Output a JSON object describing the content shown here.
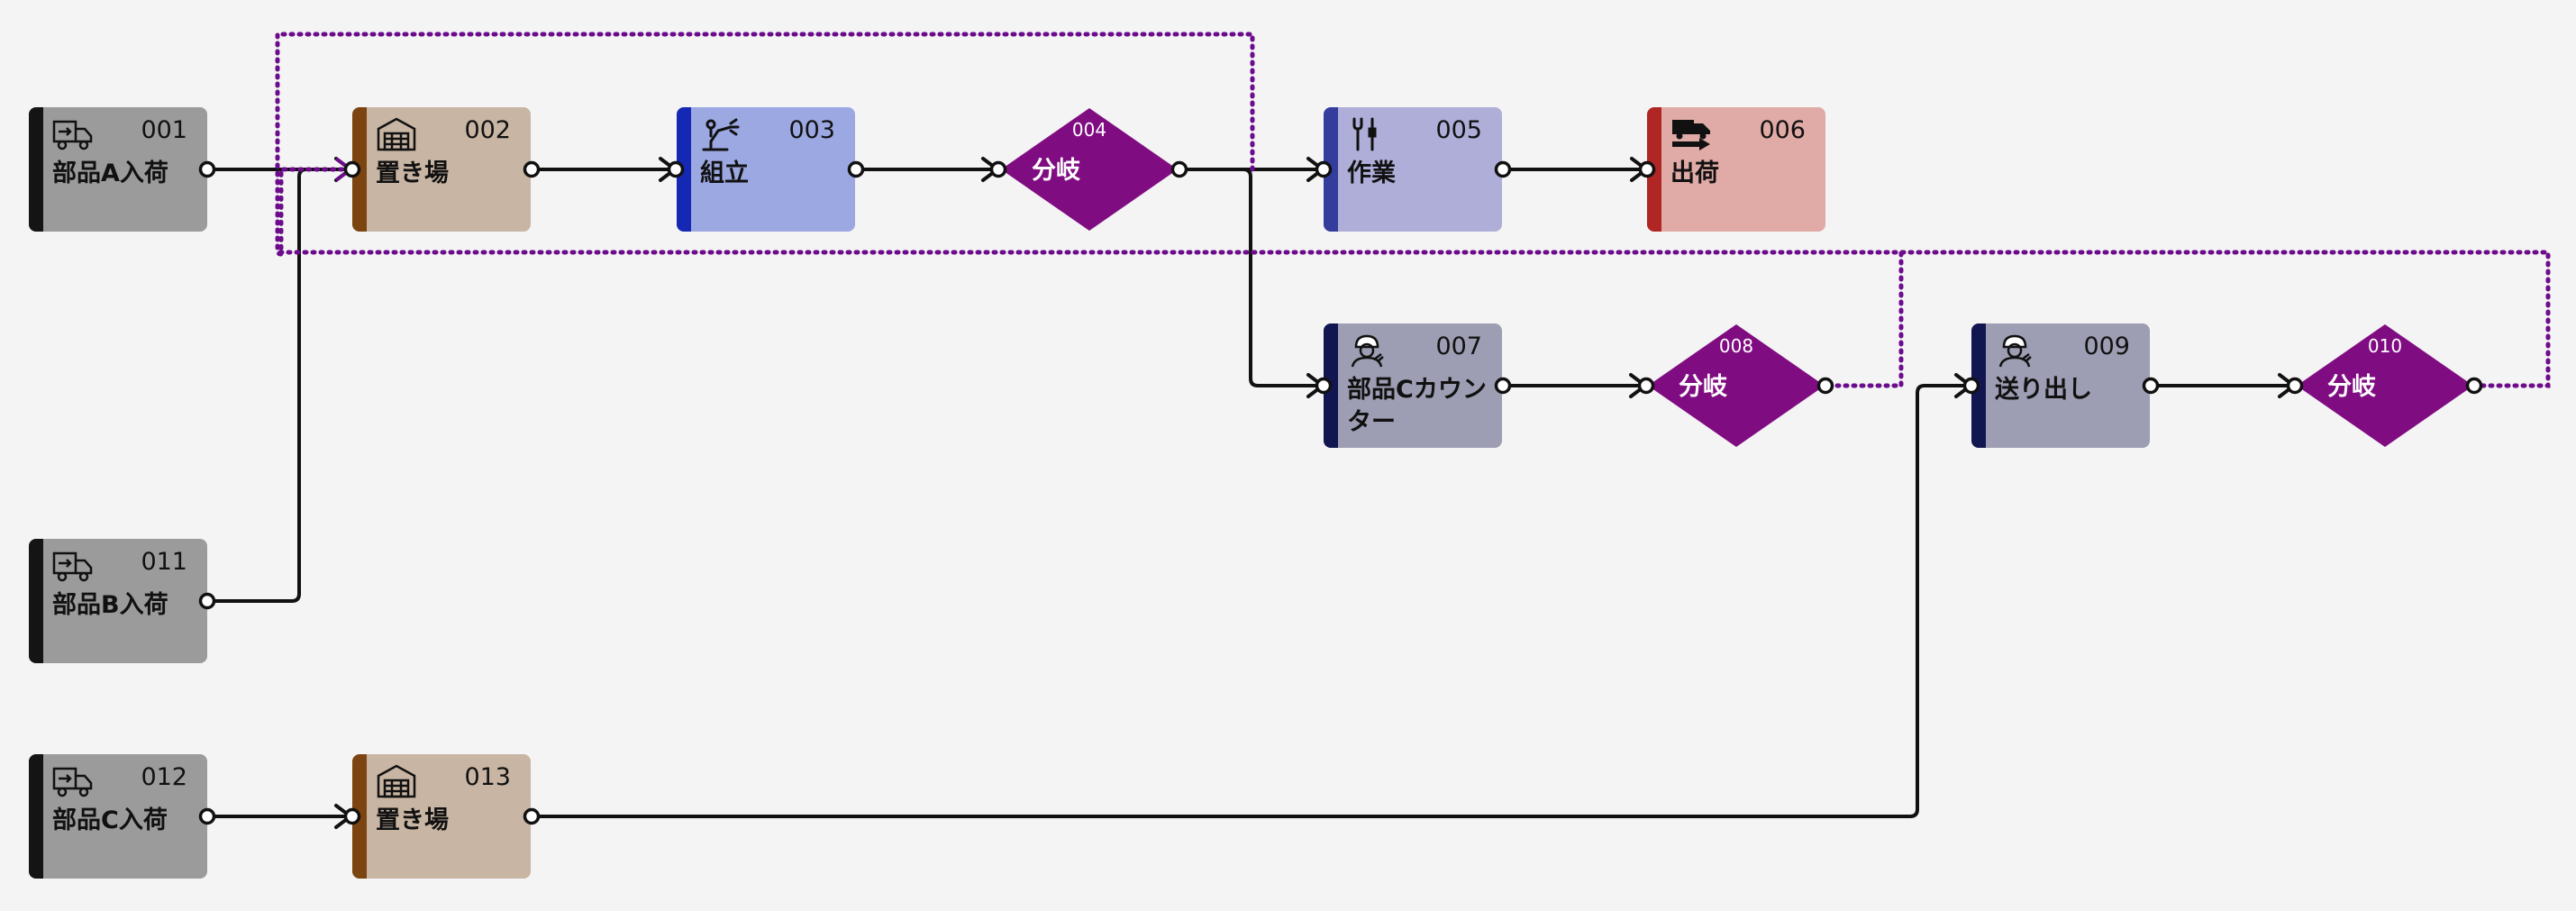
{
  "nodes": {
    "n001": {
      "id": "001",
      "label": "部品A入荷",
      "icon": "delivery-truck-icon"
    },
    "n002": {
      "id": "002",
      "label": "置き場",
      "icon": "warehouse-icon"
    },
    "n003": {
      "id": "003",
      "label": "組立",
      "icon": "robot-arm-icon"
    },
    "n004": {
      "id": "004",
      "label": "分岐"
    },
    "n005": {
      "id": "005",
      "label": "作業",
      "icon": "tools-icon"
    },
    "n006": {
      "id": "006",
      "label": "出荷",
      "icon": "shipping-truck-icon"
    },
    "n007": {
      "id": "007",
      "label": "部品Cカウンター",
      "icon": "worker-icon"
    },
    "n008": {
      "id": "008",
      "label": "分岐"
    },
    "n009": {
      "id": "009",
      "label": "送り出し",
      "icon": "worker-icon"
    },
    "n010": {
      "id": "010",
      "label": "分岐"
    },
    "n011": {
      "id": "011",
      "label": "部品B入荷",
      "icon": "delivery-truck-icon"
    },
    "n012": {
      "id": "012",
      "label": "部品C入荷",
      "icon": "delivery-truck-icon"
    },
    "n013": {
      "id": "013",
      "label": "置き場",
      "icon": "warehouse-icon"
    }
  },
  "colors": {
    "background": "#f4f4f4",
    "receiving_body": "#9b9b9b",
    "receiving_stripe": "#141414",
    "storage_body": "#c8b5a3",
    "storage_stripe": "#7b4410",
    "assembly_body": "#9ca8e2",
    "assembly_stripe": "#1428b4",
    "work_body": "#aeaed8",
    "work_stripe": "#343c9c",
    "shipping_body": "#e0aaa6",
    "shipping_stripe": "#b02624",
    "counter_body": "#9d9db3",
    "counter_stripe": "#121650",
    "branch": "#800c82",
    "connector": "#111111",
    "loop_connector": "#6c0c8c"
  }
}
